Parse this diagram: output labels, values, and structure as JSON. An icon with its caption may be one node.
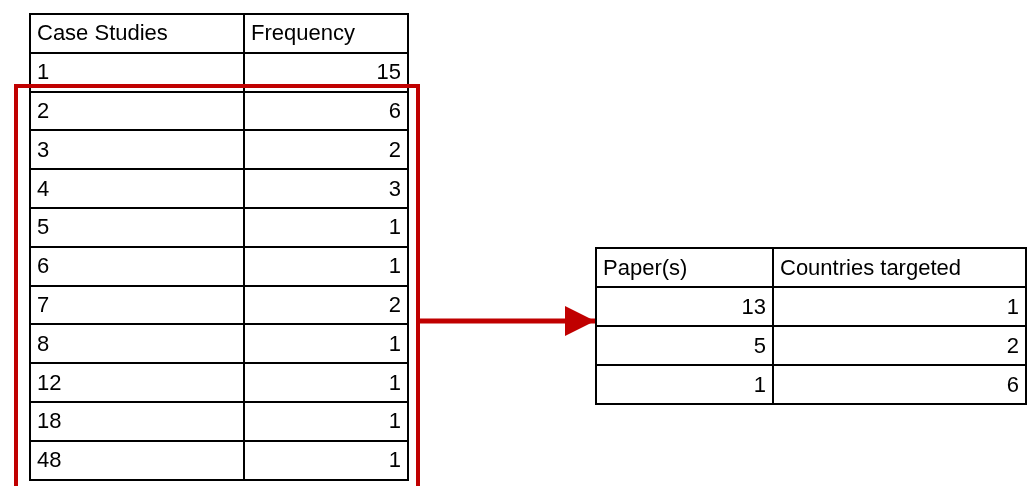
{
  "diagram": {
    "nodes": [
      {
        "text": [],
        "shape": "box"
      },
      {
        "text": [
          "Paper(s)",
          "Countries targeted",
          "13",
          "1",
          "5",
          "2",
          "1",
          "6"
        ]
      }
    ],
    "edges": [
      {
        "from": 0,
        "to": 1,
        "arrow": "to",
        "color": "#c00000"
      }
    ],
    "labels": [
      "Case Studies",
      "Frequency",
      "1",
      "15",
      "2",
      "6",
      "3",
      "2",
      "4",
      "3",
      "5",
      "1",
      "6",
      "1",
      "7",
      "2",
      "8",
      "1",
      "12",
      "1",
      "18",
      "1",
      "48",
      "1"
    ]
  }
}
